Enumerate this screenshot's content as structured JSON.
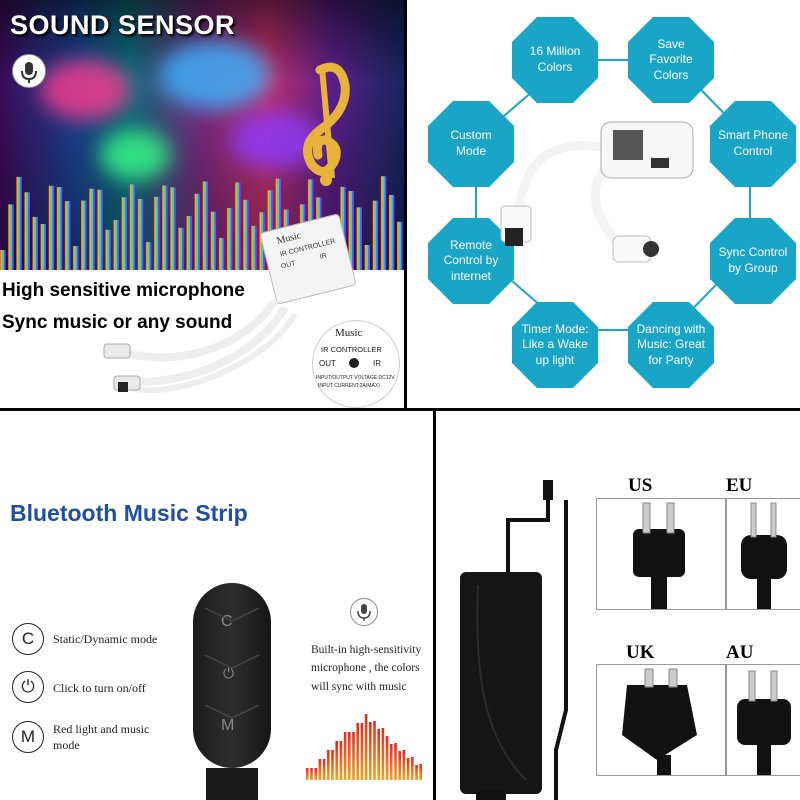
{
  "panel_sound": {
    "title": "SOUND SENSOR",
    "line1": "High sensitive microphone",
    "line2": "Sync music or any sound",
    "controller_brand": "Music",
    "controller_label": "IR CONTROLLER",
    "controller_out": "OUT",
    "controller_ir": "IR",
    "controller_voltage": "INPUT/OUTPUT VOLTAGE:DC12V",
    "controller_current": "INPUT CURRENT:2A(MAX)"
  },
  "panel_features": {
    "features": [
      {
        "label": "16 Million Colors"
      },
      {
        "label": "Save Favorite Colors"
      },
      {
        "label": "Smart Phone Control"
      },
      {
        "label": "Sync Control by Group"
      },
      {
        "label": "Dancing with Music: Great for Party"
      },
      {
        "label": "Timer Mode: Like a Wake up light"
      },
      {
        "label": "Remote Control by internet"
      },
      {
        "label": "Custom Mode"
      }
    ],
    "accent_color": "#19a6c6"
  },
  "panel_bluetooth": {
    "title": "Bluetooth Music Strip",
    "buttons": [
      {
        "letter": "C",
        "text": "Static/Dynamic mode"
      },
      {
        "letter": "⏻",
        "text": "Click to turn on/off"
      },
      {
        "letter": "M",
        "text": "Red light and music mode"
      }
    ],
    "mic_text": "Built-in high-sensitivity microphone , the colors will sync with music",
    "remote_keys": [
      "C",
      "⏻",
      "M"
    ],
    "title_color": "#1d4fa5"
  },
  "panel_plugs": {
    "labels": [
      "US",
      "EU",
      "UK",
      "AU"
    ]
  },
  "icons": [
    "microphone-icon",
    "music-note-icon",
    "power-icon"
  ]
}
